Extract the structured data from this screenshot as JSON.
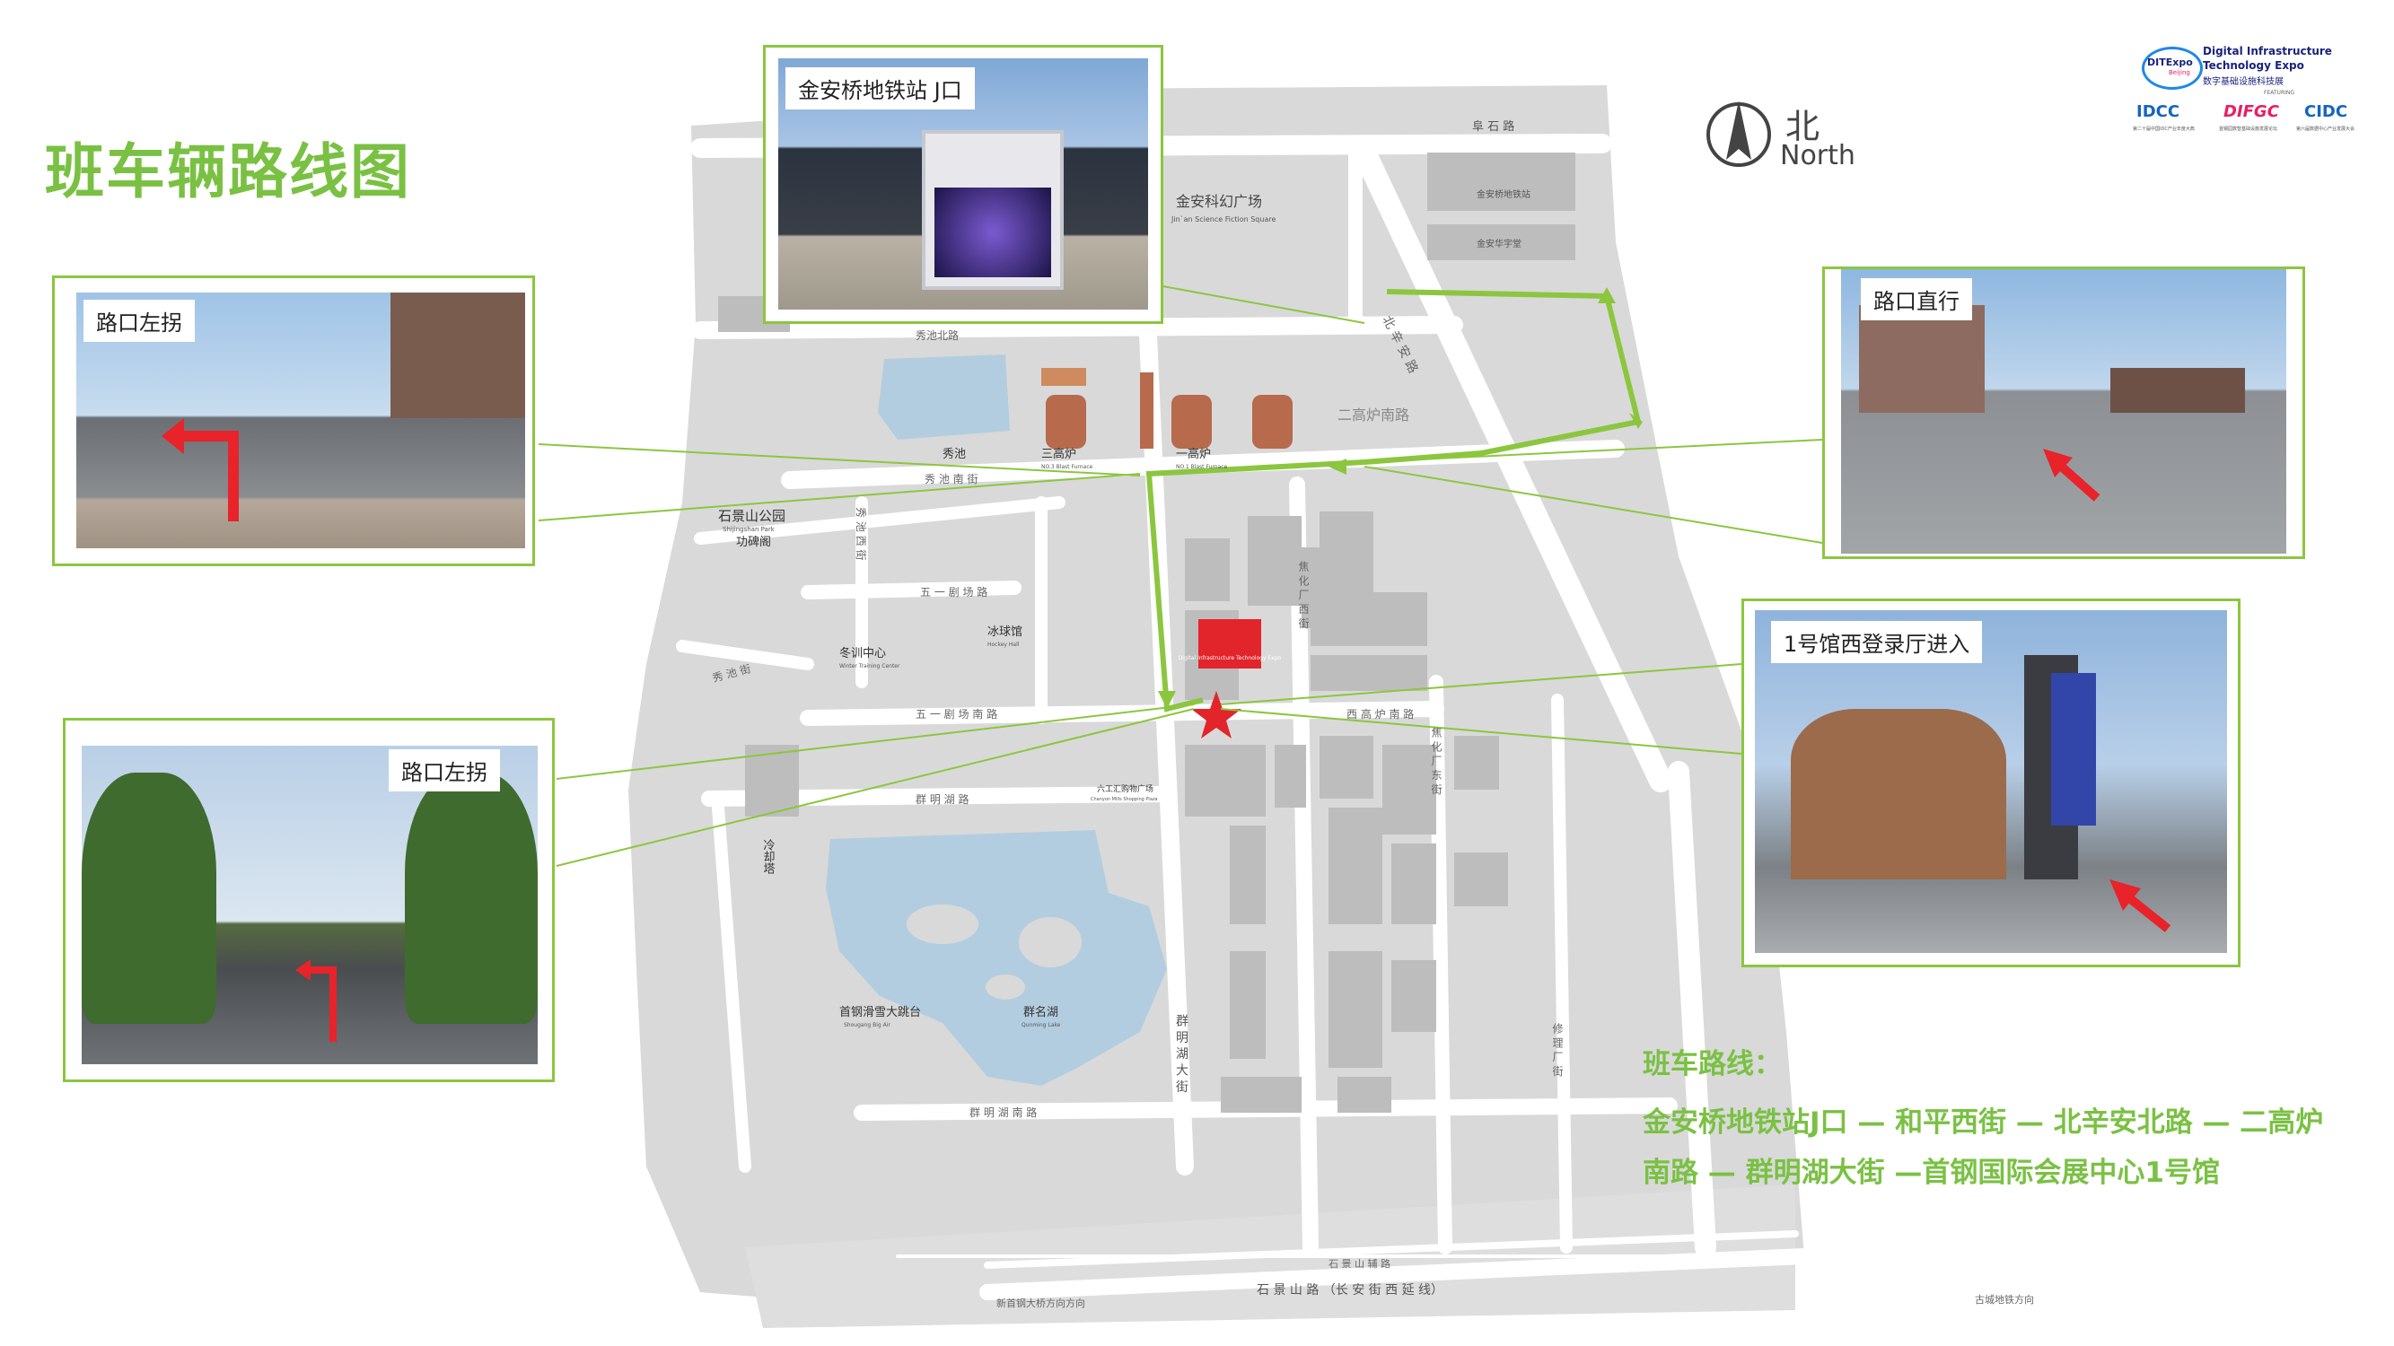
{
  "title": "班车辆路线图",
  "north": {
    "cn": "北",
    "en": "North"
  },
  "logo": {
    "dite": "DITExpo",
    "dite_sub": "Beijing",
    "name_line1": "Digital Infrastructure",
    "name_line2": "Technology Expo",
    "name_cn": "数字基础设施科技展",
    "featuring": "FEATURING",
    "idcc": "IDCC",
    "difgc": "DIFGC",
    "cidc": "CIDC",
    "idcc_sub": "第二十届中国IDC产业年度大典",
    "difgc_sub": "首钢园数智基础设施发展论坛",
    "cidc_sub": "第六届数据中心产业发展大会"
  },
  "photos": {
    "subway": {
      "caption": "金安桥地铁站 J口"
    },
    "left_top": {
      "caption": "路口左拐"
    },
    "left_bottom": {
      "caption": "路口左拐"
    },
    "right_top": {
      "caption": "路口直行"
    },
    "right_bottom": {
      "caption": "1号馆西登录厅进入"
    }
  },
  "route": {
    "title": "班车路线：",
    "line1": "金安桥地铁站J口 — 和平西街 — 北辛安北路 — 二高炉",
    "line2": "南路 — 群明湖大街 —首钢国际会展中心1号馆"
  },
  "map_labels": {
    "fu_shi_road": "阜 石 路",
    "jinan_square": "金安科幻广场",
    "jinan_square_en": "Jin`an Science Fiction Square",
    "jinanqiao_station": "金安桥地铁站",
    "jinanqiao_bldg": "金安华宇堂",
    "beixinan": "北 辛 安 路",
    "erbaolu": "二高炉南路",
    "xiuchi": "秀池",
    "sangaolu": "三高炉",
    "yigaolu": "一高炉",
    "sangaolu_en": "NO.3 Blast Furnace",
    "yigaolu_en": "NO.1 Blast Furnace",
    "shijingshan_park": "石景山公园",
    "shijingshan_park_en": "Shijingshan Park",
    "gongbei": "功碑阁",
    "xiuchi_south": "秀 池 南 街",
    "xiuchi_west": "秀 池 西 街",
    "wuyi_north": "五 一 剧 场 路",
    "winter_center": "冬训中心",
    "winter_center_en": "Winter Training Center",
    "ice_hall": "冰球馆",
    "ice_hall_en": "Hockey Hall",
    "wuyi_south": "五 一 剧 场 南 路",
    "xiuchi_jie": "秀 池 街",
    "qunming_road": "群 明 湖 路",
    "lenquan": "冷却塔",
    "shougang_jump": "首钢滑雪大跳台",
    "shougang_jump_en": "Shougang Big Air",
    "qunming_lake": "群名湖",
    "qunming_lake_en": "Qunming Lake",
    "liugong": "六工汇购物广场",
    "liugong_en": "Chanyon Mills Shopping Plaza",
    "qunming_ave": "群 明 湖 大 街",
    "qunming_south": "群 明 湖 南 路",
    "xigao_south": "西 高 炉 南 路",
    "jiaohua_xi": "焦 化 厂 西 街",
    "jiaohua_dong": "焦 化 厂 东 街",
    "shijingshan_road": "石 景 山 路 （长 安 街 西 延 线）",
    "shijingshan_side": "石 景 山 辅 路",
    "xinshougang": "新首钢大桥方向方向",
    "gucheng": "古城地铁方向",
    "venue_name": "Digital Infrastructure Technology Expo",
    "jinqiao_north": "秀池北路",
    "lichang": "修 理 厂 街"
  },
  "colors": {
    "accent": "#7ac143",
    "route_line": "#8cc63f",
    "arrow": "#e8232a",
    "road": "#ffffff",
    "ground": "#d9d9d9",
    "water": "#b3cde0",
    "building": "#bdbdbd",
    "venue": "#e2242b"
  }
}
